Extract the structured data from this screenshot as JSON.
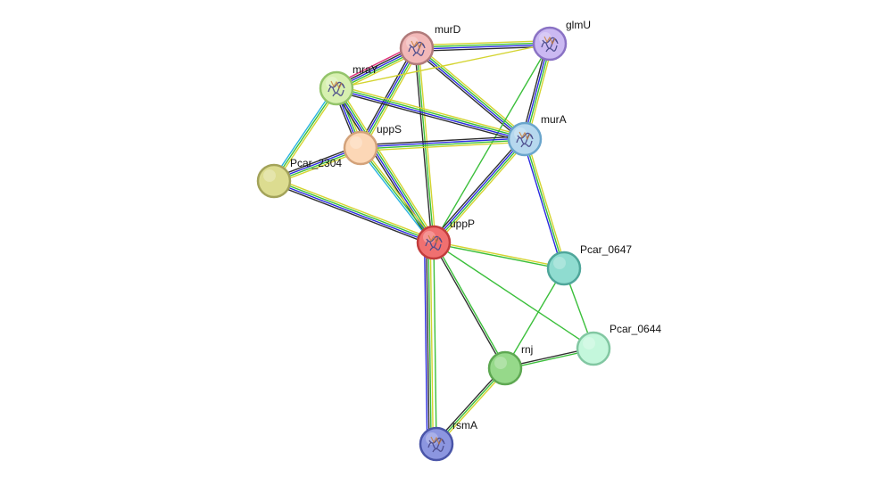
{
  "network": {
    "nodes": [
      {
        "id": "murD",
        "label": "murD",
        "fill": "#f2b8b8",
        "stroke": "#b07a7a",
        "structure": true
      },
      {
        "id": "glmU",
        "label": "glmU",
        "fill": "#cbb9f2",
        "stroke": "#8a72c4",
        "structure": true
      },
      {
        "id": "mraY",
        "label": "mraY",
        "fill": "#d7f0b0",
        "stroke": "#93c46a",
        "structure": true
      },
      {
        "id": "murA",
        "label": "murA",
        "fill": "#b6d8ee",
        "stroke": "#6aa5cc",
        "structure": true
      },
      {
        "id": "uppS",
        "label": "uppS",
        "fill": "#fcd7b6",
        "stroke": "#d3a27a",
        "structure": false
      },
      {
        "id": "Pcar_2304",
        "label": "Pcar_2304",
        "fill": "#dcdc90",
        "stroke": "#a3a35a",
        "structure": false
      },
      {
        "id": "uppP",
        "label": "uppP",
        "fill": "#f07070",
        "stroke": "#c23c3c",
        "structure": true
      },
      {
        "id": "Pcar_0647",
        "label": "Pcar_0647",
        "fill": "#8fdcd0",
        "stroke": "#4fa69a",
        "structure": false
      },
      {
        "id": "Pcar_0644",
        "label": "Pcar_0644",
        "fill": "#c4f7dc",
        "stroke": "#82c7a2",
        "structure": false
      },
      {
        "id": "rnj",
        "label": "rnj",
        "fill": "#96d98a",
        "stroke": "#5ea852",
        "structure": false
      },
      {
        "id": "rsmA",
        "label": "rsmA",
        "fill": "#8c96e0",
        "stroke": "#4a55a8",
        "structure": true
      }
    ],
    "edges": [
      {
        "source": "murD",
        "target": "glmU",
        "colors": [
          "#d4d430",
          "#3bbf3b",
          "#2a2ae0",
          "#303030"
        ]
      },
      {
        "source": "murD",
        "target": "mraY",
        "colors": [
          "#d4d430",
          "#3bbf3b",
          "#2a2ae0",
          "#303030",
          "#e0307a"
        ]
      },
      {
        "source": "murD",
        "target": "murA",
        "colors": [
          "#d4d430",
          "#3bbf3b",
          "#2a2ae0",
          "#303030"
        ]
      },
      {
        "source": "murD",
        "target": "uppS",
        "colors": [
          "#d4d430",
          "#3bbf3b",
          "#2a2ae0",
          "#303030"
        ]
      },
      {
        "source": "murD",
        "target": "uppP",
        "colors": [
          "#d4d430",
          "#3bbf3b",
          "#303030"
        ]
      },
      {
        "source": "glmU",
        "target": "murA",
        "colors": [
          "#d4d430",
          "#3bbf3b",
          "#2a2ae0",
          "#303030"
        ]
      },
      {
        "source": "glmU",
        "target": "mraY",
        "colors": [
          "#d4d430"
        ]
      },
      {
        "source": "glmU",
        "target": "uppP",
        "colors": [
          "#3bbf3b"
        ]
      },
      {
        "source": "mraY",
        "target": "murA",
        "colors": [
          "#d4d430",
          "#3bbf3b",
          "#2a2ae0",
          "#303030"
        ]
      },
      {
        "source": "mraY",
        "target": "uppS",
        "colors": [
          "#d4d430",
          "#3bbf3b",
          "#2a2ae0",
          "#303030"
        ]
      },
      {
        "source": "mraY",
        "target": "Pcar_2304",
        "colors": [
          "#d4d430",
          "#3bbf3b",
          "#2ab3e0"
        ]
      },
      {
        "source": "mraY",
        "target": "uppP",
        "colors": [
          "#d4d430",
          "#3bbf3b",
          "#2a2ae0",
          "#303030"
        ]
      },
      {
        "source": "murA",
        "target": "uppS",
        "colors": [
          "#d4d430",
          "#3bbf3b",
          "#2a2ae0",
          "#303030"
        ]
      },
      {
        "source": "murA",
        "target": "uppP",
        "colors": [
          "#d4d430",
          "#3bbf3b",
          "#2a2ae0",
          "#303030"
        ]
      },
      {
        "source": "murA",
        "target": "Pcar_0647",
        "colors": [
          "#d4d430",
          "#3bbf3b",
          "#2a2ae0"
        ]
      },
      {
        "source": "uppS",
        "target": "Pcar_2304",
        "colors": [
          "#d4d430",
          "#3bbf3b",
          "#2a2ae0",
          "#303030"
        ]
      },
      {
        "source": "uppS",
        "target": "uppP",
        "colors": [
          "#d4d430",
          "#3bbf3b",
          "#2ab3e0"
        ]
      },
      {
        "source": "Pcar_2304",
        "target": "uppP",
        "colors": [
          "#d4d430",
          "#3bbf3b",
          "#2a2ae0",
          "#303030"
        ]
      },
      {
        "source": "uppP",
        "target": "Pcar_0647",
        "colors": [
          "#d4d430",
          "#3bbf3b"
        ]
      },
      {
        "source": "uppP",
        "target": "Pcar_0644",
        "colors": [
          "#3bbf3b"
        ]
      },
      {
        "source": "uppP",
        "target": "rnj",
        "colors": [
          "#3bbf3b",
          "#303030"
        ]
      },
      {
        "source": "uppP",
        "target": "rsmA",
        "colors": [
          "#3bbf3b"
        ]
      },
      {
        "source": "uppP",
        "target": "rsmA",
        "colors": [
          "#d4d430",
          "#3bbf3b",
          "#303030",
          "#2a2ae0"
        ]
      },
      {
        "source": "Pcar_0647",
        "target": "Pcar_0644",
        "colors": [
          "#3bbf3b"
        ]
      },
      {
        "source": "Pcar_0647",
        "target": "rnj",
        "colors": [
          "#3bbf3b"
        ]
      },
      {
        "source": "Pcar_0644",
        "target": "rnj",
        "colors": [
          "#3bbf3b",
          "#303030"
        ]
      },
      {
        "source": "rnj",
        "target": "rsmA",
        "colors": [
          "#d4d430",
          "#3bbf3b",
          "#303030"
        ]
      }
    ]
  }
}
